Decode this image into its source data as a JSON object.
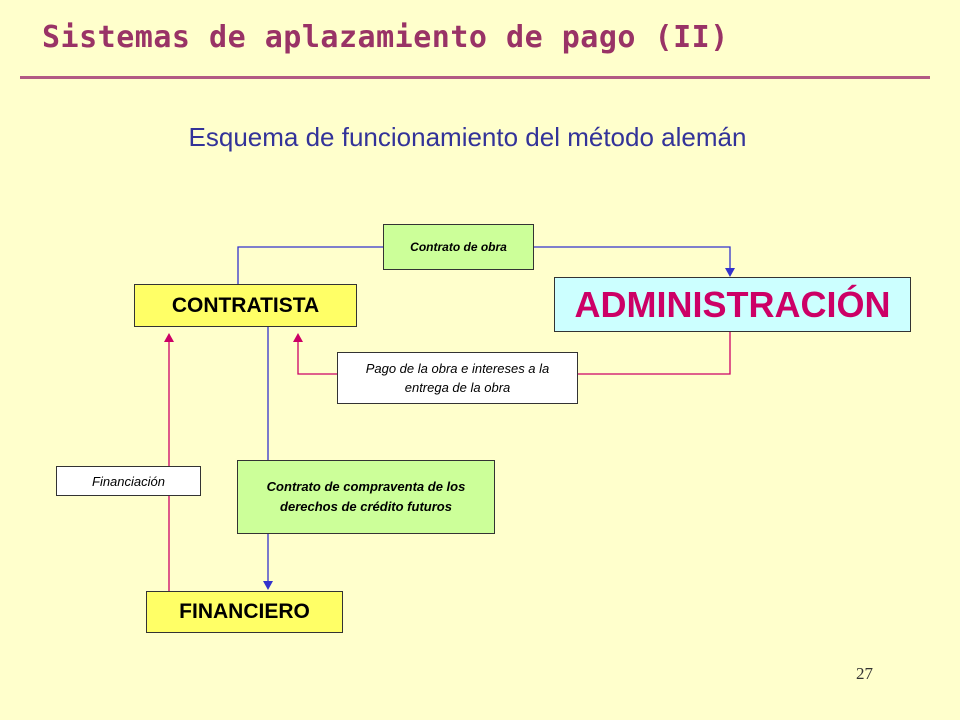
{
  "slide": {
    "title": "Sistemas de aplazamiento de pago (II)",
    "subtitle": "Esquema de funcionamiento del método alemán",
    "page_number": "27"
  },
  "diagram": {
    "nodes": {
      "contratista": "CONTRATISTA",
      "administracion": "ADMINISTRACIÓN",
      "financiero": "FINANCIERO"
    },
    "edges": {
      "contrato_obra": "Contrato de obra",
      "pago": "Pago de la obra e intereses a la entrega de la obra",
      "financiacion": "Financiación",
      "compraventa": "Contrato de compraventa de los derechos de crédito futuros"
    }
  },
  "colors": {
    "title": "#993366",
    "subtitle": "#333399",
    "blue_line": "#3333cc",
    "magenta_line": "#cc0066",
    "background": "#ffffcc"
  }
}
